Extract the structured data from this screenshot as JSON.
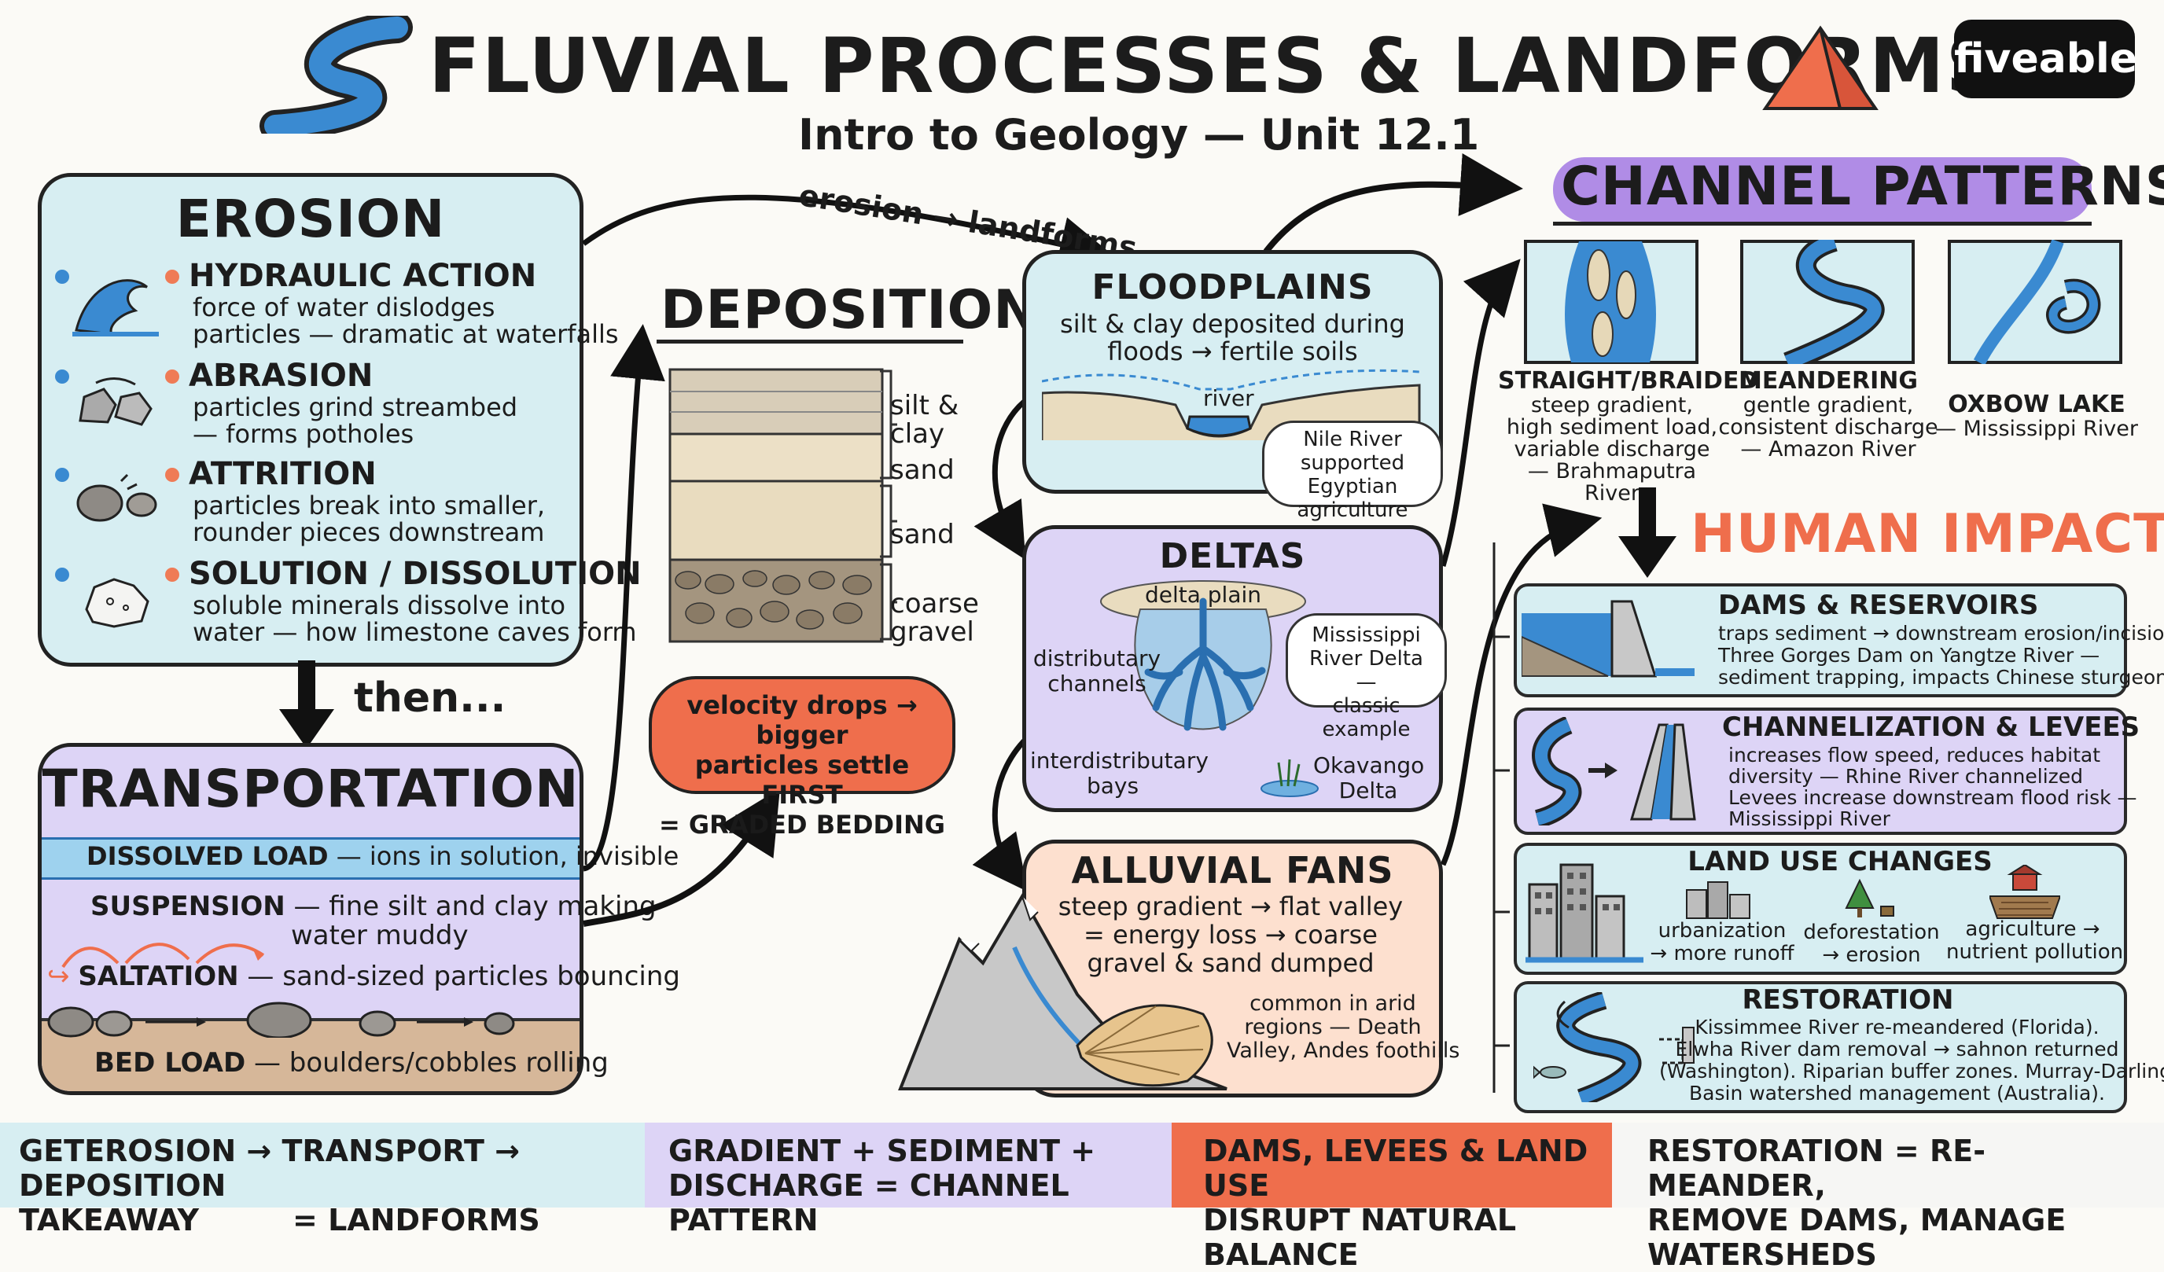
{
  "title": "FLUVIAL PROCESSES & LANDFORMS",
  "subtitle": "Intro to Geology — Unit 12.1",
  "brand": "fiveable",
  "erosion": {
    "heading": "EROSION",
    "items": [
      {
        "title": "HYDRAULIC ACTION",
        "line1": "force of water dislodges",
        "line2": "particles — dramatic at waterfalls"
      },
      {
        "title": "ABRASION",
        "line1": "particles grind streambed",
        "line2": "— forms potholes"
      },
      {
        "title": "ATTRITION",
        "line1": "particles break into smaller,",
        "line2": "rounder pieces downstream"
      },
      {
        "title": "SOLUTION / DISSOLUTION",
        "line1": "soluble minerals dissolve into",
        "line2": "water — how limestone caves form"
      }
    ]
  },
  "then_label": "then...",
  "transportation": {
    "heading": "TRANSPORTATION",
    "dissolved": {
      "key": "DISSOLVED LOAD",
      "desc": " — ions in solution, invisible"
    },
    "suspension": {
      "key": "SUSPENSION",
      "desc1": " — fine silt and clay making",
      "desc2": "water muddy"
    },
    "saltation": {
      "key": "SALTATION",
      "desc": " — sand-sized particles bouncing"
    },
    "bedload": {
      "key": "BED LOAD",
      "desc": " — boulders/cobbles rolling"
    }
  },
  "arrow_label": "erosion → landforms",
  "deposition": {
    "heading": "DEPOSITION",
    "layers": [
      "silt &",
      "clay",
      "sand",
      "sand",
      "coarse",
      "gravel"
    ],
    "note": [
      "velocity drops → bigger",
      "particles settle FIRST",
      "= GRADED BEDDING"
    ]
  },
  "floodplains": {
    "heading": "FLOODPLAINS",
    "desc1": "silt & clay deposited during",
    "desc2": "floods → fertile soils",
    "river": "river",
    "example": [
      "Nile River",
      "supported Egyptian",
      "agriculture"
    ]
  },
  "deltas": {
    "heading": "DELTAS",
    "plain": "delta plain",
    "distributary": [
      "distributary",
      "channels"
    ],
    "interdistributary": [
      "interdistributary",
      "bays"
    ],
    "example": [
      "Mississippi",
      "River Delta —",
      "classic example"
    ],
    "okavango": [
      "Okavango",
      "Delta"
    ]
  },
  "fans": {
    "heading": "ALLUVIAL FANS",
    "desc": [
      "steep gradient → flat valley",
      "= energy loss → coarse",
      "gravel & sand dumped"
    ],
    "note": [
      "common in arid",
      "regions — Death",
      "Valley, Andes foothills"
    ]
  },
  "channels": {
    "heading": "CHANNEL PATTERNS",
    "types": [
      {
        "name": "STRAIGHT/BRAIDED",
        "lines": [
          "steep gradient,",
          "high sediment load,",
          "variable discharge",
          "— Brahmaputra River"
        ]
      },
      {
        "name": "MEANDERING",
        "lines": [
          "gentle gradient,",
          "consistent discharge",
          "— Amazon River"
        ]
      },
      {
        "name": "OXBOW LAKE",
        "lines": [
          "— Mississippi River"
        ]
      }
    ]
  },
  "human": {
    "heading": "HUMAN IMPACT",
    "dams": {
      "title": "DAMS & RESERVOIRS",
      "lines": [
        "traps sediment → downstream erosion/incision.",
        "Three Gorges Dam on Yangtze River —",
        "sediment trapping, impacts Chinese sturgeon"
      ]
    },
    "channelization": {
      "title": "CHANNELIZATION & LEVEES",
      "lines": [
        "increases flow speed, reduces habitat",
        "diversity — Rhine River channelized",
        "Levees increase downstream flood risk —",
        "Mississippi River"
      ]
    },
    "landuse": {
      "title": "LAND USE CHANGES",
      "items": [
        [
          "urbanization",
          "→ more runoff"
        ],
        [
          "deforestation",
          "→ erosion"
        ],
        [
          "agriculture →",
          "nutrient pollution"
        ]
      ]
    },
    "restoration": {
      "title": "RESTORATION",
      "lines": [
        "Kissimmee River re-meandered (Florida).",
        "Elwha River dam removal → sahnon returned",
        "(Washington). Riparian buffer zones. Murray-Darling",
        "Basin watershed management (Australia)."
      ]
    }
  },
  "footer": [
    {
      "lines": [
        "GETEROSION → TRANSPORT → DEPOSITION",
        "TAKEAWAY         = LANDFORMS"
      ]
    },
    {
      "lines": [
        "GRADIENT + SEDIMENT +",
        "DISCHARGE = CHANNEL PATTERN"
      ]
    },
    {
      "lines": [
        "DAMS, LEVEES & LAND USE",
        "DISRUPT NATURAL BALANCE"
      ]
    },
    {
      "lines": [
        "RESTORATION = RE-MEANDER,",
        "REMOVE DAMS, MANAGE WATERSHEDS"
      ]
    }
  ],
  "colors": {
    "cyan": "#d7eef2",
    "lavender": "#ddd4f6",
    "peach": "#fde0cf",
    "orange": "#ef6e4c",
    "blue": "#3a8ad1"
  }
}
